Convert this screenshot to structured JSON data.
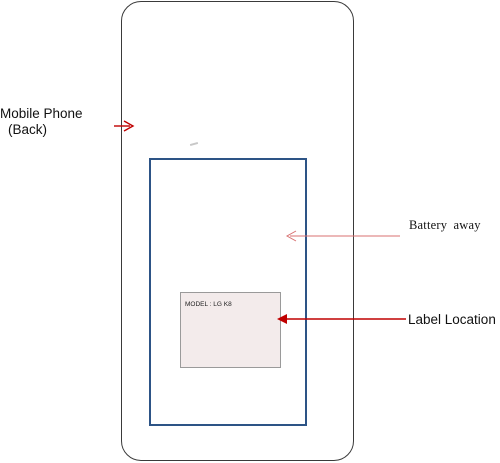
{
  "diagram": {
    "callouts": {
      "mobile_phone_line1": "Mobile Phone",
      "mobile_phone_line2": "(Back)",
      "battery": "Battery  away",
      "label_location": "Label Location"
    },
    "label_plate": {
      "text": "MODEL : LG K8"
    },
    "colors": {
      "phone_outline": "#3a3a3a",
      "battery_outline": "#2d5486",
      "label_fill": "#f3ebeb",
      "arrow_red": "#c00000",
      "arrow_light_red": "#d87070"
    }
  }
}
